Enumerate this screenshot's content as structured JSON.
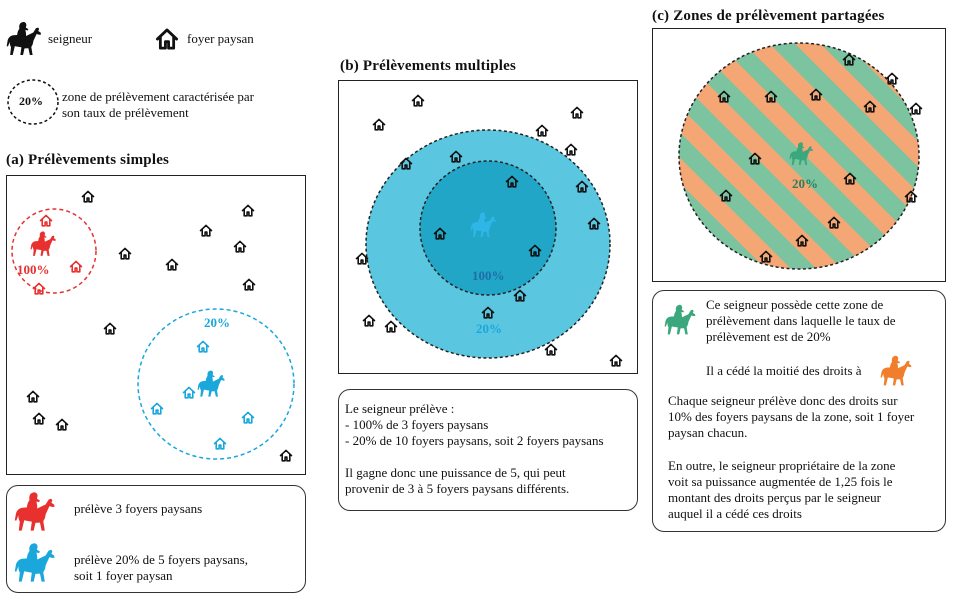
{
  "legend": {
    "lord_label": "seigneur",
    "house_label": "foyer paysan",
    "zone_pct": "20%",
    "zone_label_line1": "zone de prélèvement caractérisée par",
    "zone_label_line2": "son taux de prélèvement"
  },
  "panel_a": {
    "title": "(a) Prélèvements simples",
    "red_pct": "100%",
    "blue_pct": "20%",
    "note_red": "prélève 3 foyers paysans",
    "note_blue_line1": "prélève 20% de 5 foyers paysans,",
    "note_blue_line2": "soit 1 foyer paysan"
  },
  "panel_b": {
    "title": "(b) Prélèvements multiples",
    "inner_pct": "100%",
    "outer_pct": "20%",
    "note_lines": [
      "Le seigneur prélève :",
      "- 100% de 3 foyers paysans",
      "- 20% de 10 foyers paysans, soit 2 foyers paysans",
      "",
      "Il gagne donc une puissance de 5, qui peut",
      "provenir de 3 à 5 foyers paysans différents."
    ]
  },
  "panel_c": {
    "title": "(c) Zones de prélèvement partagées",
    "pct": "20%",
    "note_green_line1": "Ce seigneur possède cette zone de",
    "note_green_line2": "prélèvement dans laquelle le taux de",
    "note_green_line3": "prélèvement est de 20%",
    "note_orange": "Il a cédé la moitié des droits à",
    "para1": [
      "Chaque seigneur prélève donc des droits sur",
      "10% des foyers paysans de la zone, soit 1 foyer",
      "paysan chacun."
    ],
    "para2": [
      "En outre, le seigneur propriétaire de la zone",
      "voit sa puissance augmentée de 1,25 fois le",
      "montant des droits perçus par le seigneur",
      "auquel il a cédé ces droits"
    ]
  },
  "colors": {
    "red": "#e8302f",
    "blue": "#1aa7dc",
    "light_blue": "#5bc6e0",
    "dark_blue": "#0e9bc0",
    "green": "#7cc3a0",
    "orange": "#f4a774",
    "green_lord": "#3aa77c",
    "orange_lord": "#f07e2c"
  },
  "icons": [
    "rider-on-horse-icon",
    "house-icon"
  ]
}
